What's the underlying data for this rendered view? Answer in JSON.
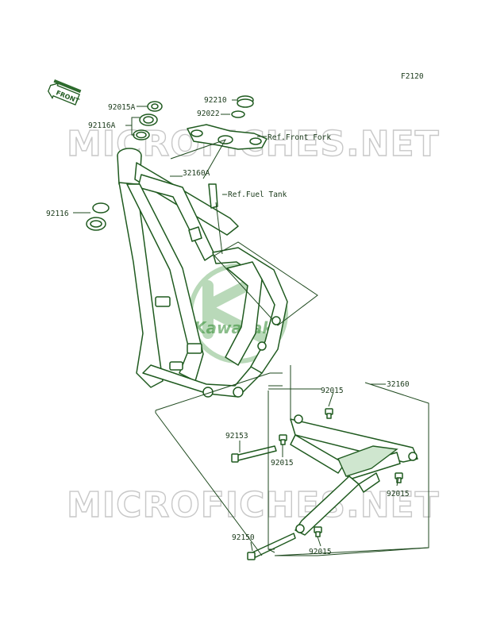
{
  "figure_code": "F2120",
  "front_badge": "FRONT",
  "watermark": "MICROFICHES.NET",
  "logo_text": "Kawasaki",
  "labels": {
    "p92015A": "92015A",
    "p92116A": "92116A",
    "p92210": "92210",
    "p92022": "92022",
    "ref_front_fork": "Ref.Front Fork",
    "p32160A": "32160A",
    "ref_fuel_tank": "Ref.Fuel Tank",
    "p92116": "92116",
    "p92015_top": "92015",
    "p32160": "32160",
    "p92153": "92153",
    "p92015_mid": "92015",
    "p92015_right": "92015",
    "p92150": "92150",
    "p92015_bottom": "92015"
  },
  "colors": {
    "line": "#1f5a1f",
    "watermark": "#c8c8c8",
    "logo": "#2e8a2e"
  }
}
